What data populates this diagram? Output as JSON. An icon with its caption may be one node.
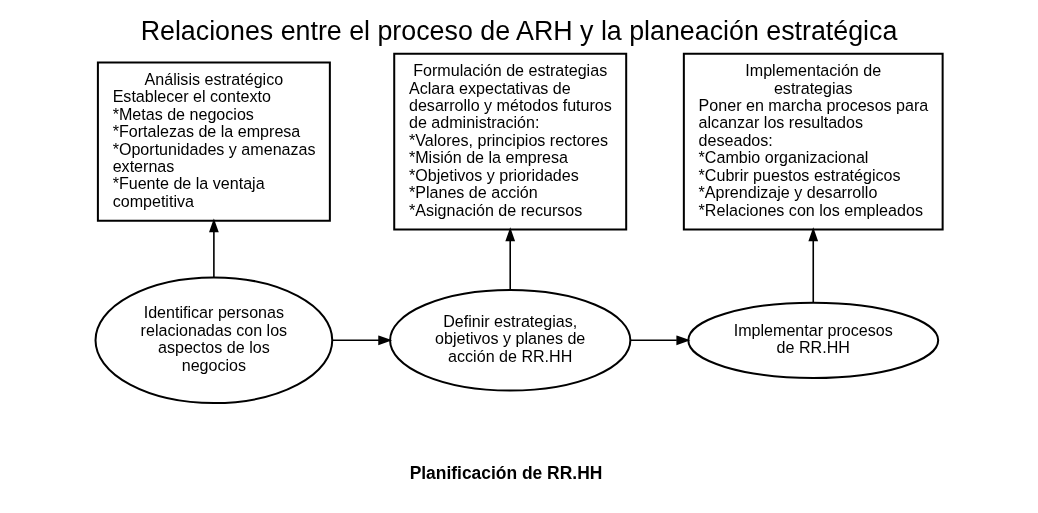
{
  "diagram": {
    "title": "Relaciones entre el proceso de ARH y la planeación estratégica",
    "caption": "Planificación de RR.HH",
    "nodes": [
      {
        "text": [
          "Análisis estratégico",
          "Establecer el contexto",
          "*Metas de negocios",
          "*Fortalezas de la empresa",
          "*Oportunidades y amenazas externas",
          "*Fuente de la ventaja competitiva"
        ]
      },
      {
        "text": [
          "Formulación de estrategias",
          "Aclara expectativas de desarrollo y métodos futuros de administración:",
          "*Valores, principios rectores",
          "*Misión de la empresa",
          "*Objetivos y prioridades",
          "*Planes de acción",
          "*Asignación de recursos"
        ]
      },
      {
        "text": [
          "Implementación de estrategias",
          "Poner en marcha procesos para alcanzar los resultados deseados:",
          "*Cambio organizacional",
          "*Cubrir puestos estratégicos",
          "*Aprendizaje y desarrollo",
          "*Relaciones con los empleados"
        ]
      },
      {
        "text": [
          "Identificar personas relacionadas con los aspectos de los negocios"
        ]
      },
      {
        "text": [
          "Definir estrategias, objetivos y planes de acción de RR.HH"
        ]
      },
      {
        "text": [
          "Implementar procesos de RR.HH"
        ]
      }
    ],
    "edges": [
      {
        "from": 3,
        "to": 0,
        "arrow": "to"
      },
      {
        "from": 4,
        "to": 1,
        "arrow": "to"
      },
      {
        "from": 5,
        "to": 2,
        "arrow": "to"
      },
      {
        "from": 3,
        "to": 4,
        "arrow": "to"
      },
      {
        "from": 4,
        "to": 5,
        "arrow": "to"
      }
    ]
  }
}
